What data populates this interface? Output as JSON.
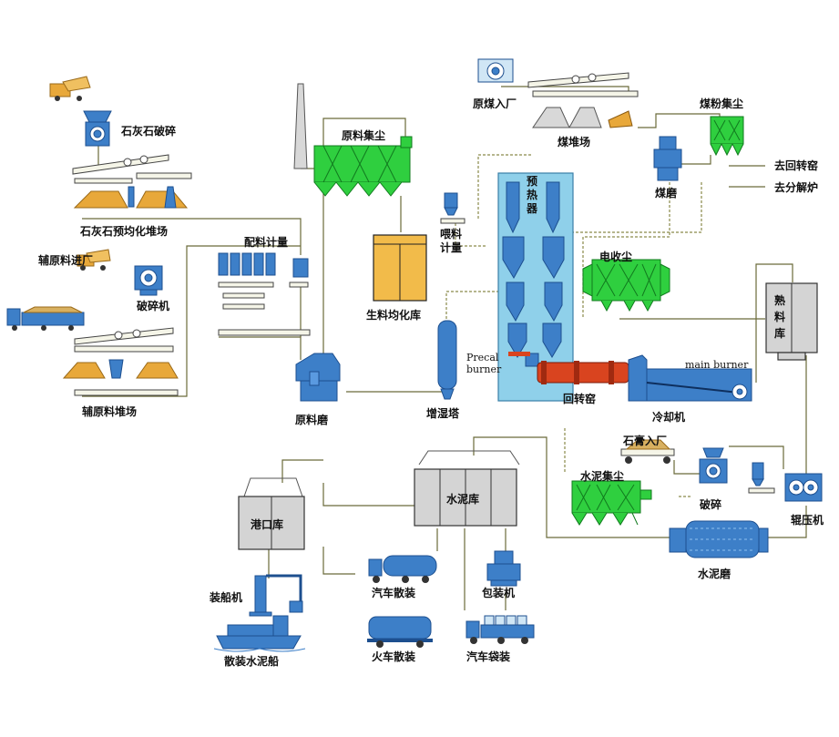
{
  "labels": {
    "limestone_crush": "石灰石破碎",
    "limestone_prehomo": "石灰石预均化堆场",
    "aux_in": "辅原料进厂",
    "crusher": "破碎机",
    "aux_yard": "辅原料堆场",
    "batch_meter": "配料计量",
    "raw_dust": "原料集尘",
    "raw_mill": "原料磨",
    "raw_silo": "生料均化库",
    "feed_meter_1": "喂料",
    "feed_meter_2": "计量",
    "humid_tower": "增湿塔",
    "coal_in": "原煤入厂",
    "coal_yard": "煤堆场",
    "coal_dust": "煤粉集尘",
    "coal_mill": "煤磨",
    "to_kiln": "去回转窑",
    "to_calciner": "去分解炉",
    "preheater_1": "预",
    "preheater_2": "热",
    "preheater_3": "器",
    "esp": "电收尘",
    "clinker_silo_1": "熟",
    "clinker_silo_2": "料",
    "clinker_silo_3": "库",
    "precal_1": "Precal",
    "precal_2": "burner",
    "main_burner": "main burner",
    "rotary_kiln": "回转窑",
    "cooler": "冷却机",
    "gypsum_in": "石膏入厂",
    "cement_dust": "水泥集尘",
    "crush2": "破碎",
    "roller_press": "辊压机",
    "cement_mill": "水泥磨",
    "cement_silo": "水泥库",
    "port_silo": "港口库",
    "ship_loader": "装船机",
    "bulk_ship": "散装水泥船",
    "truck_bulk": "汽车散装",
    "packer": "包装机",
    "train_bulk": "火车散装",
    "truck_bag": "汽车袋装"
  }
}
